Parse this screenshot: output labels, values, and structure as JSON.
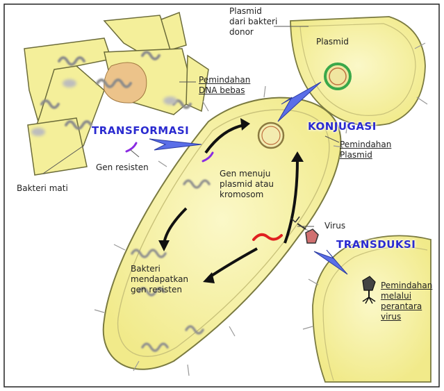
{
  "processes": {
    "transformation": "TRANSFORMASI",
    "conjugation": "KONJUGASI",
    "transduction": "TRANSDUKSI"
  },
  "labels": {
    "plasmid_donor": "Plasmid\ndari bakteri\ndonor",
    "plasmid": "Plasmid",
    "free_dna_transfer": "Pemindahan\nDNA bebas",
    "plasmid_transfer": "Pemindahan\nPlasmid",
    "resistance_gene": "Gen resisten",
    "dead_bacteria": "Bakteri mati",
    "gene_destination": "Gen menuju\nplasmid atau\nkromosom",
    "virus": "Virus",
    "bacteria_acquires": "Bakteri\nmendapatkan\ngen resisten",
    "virus_mediated_transfer": "Pemindahan\nmelalui\nperantara\nvirus"
  },
  "colors": {
    "cell_fill": "#f4ef9a",
    "cell_stroke": "#8a8a4a",
    "process_text": "#2b2bd0",
    "arrow_blue": "#4a5ee0",
    "gene_purple": "#8a2be2",
    "gene_red": "#e02020",
    "plasmid_green": "#3aa84a"
  }
}
